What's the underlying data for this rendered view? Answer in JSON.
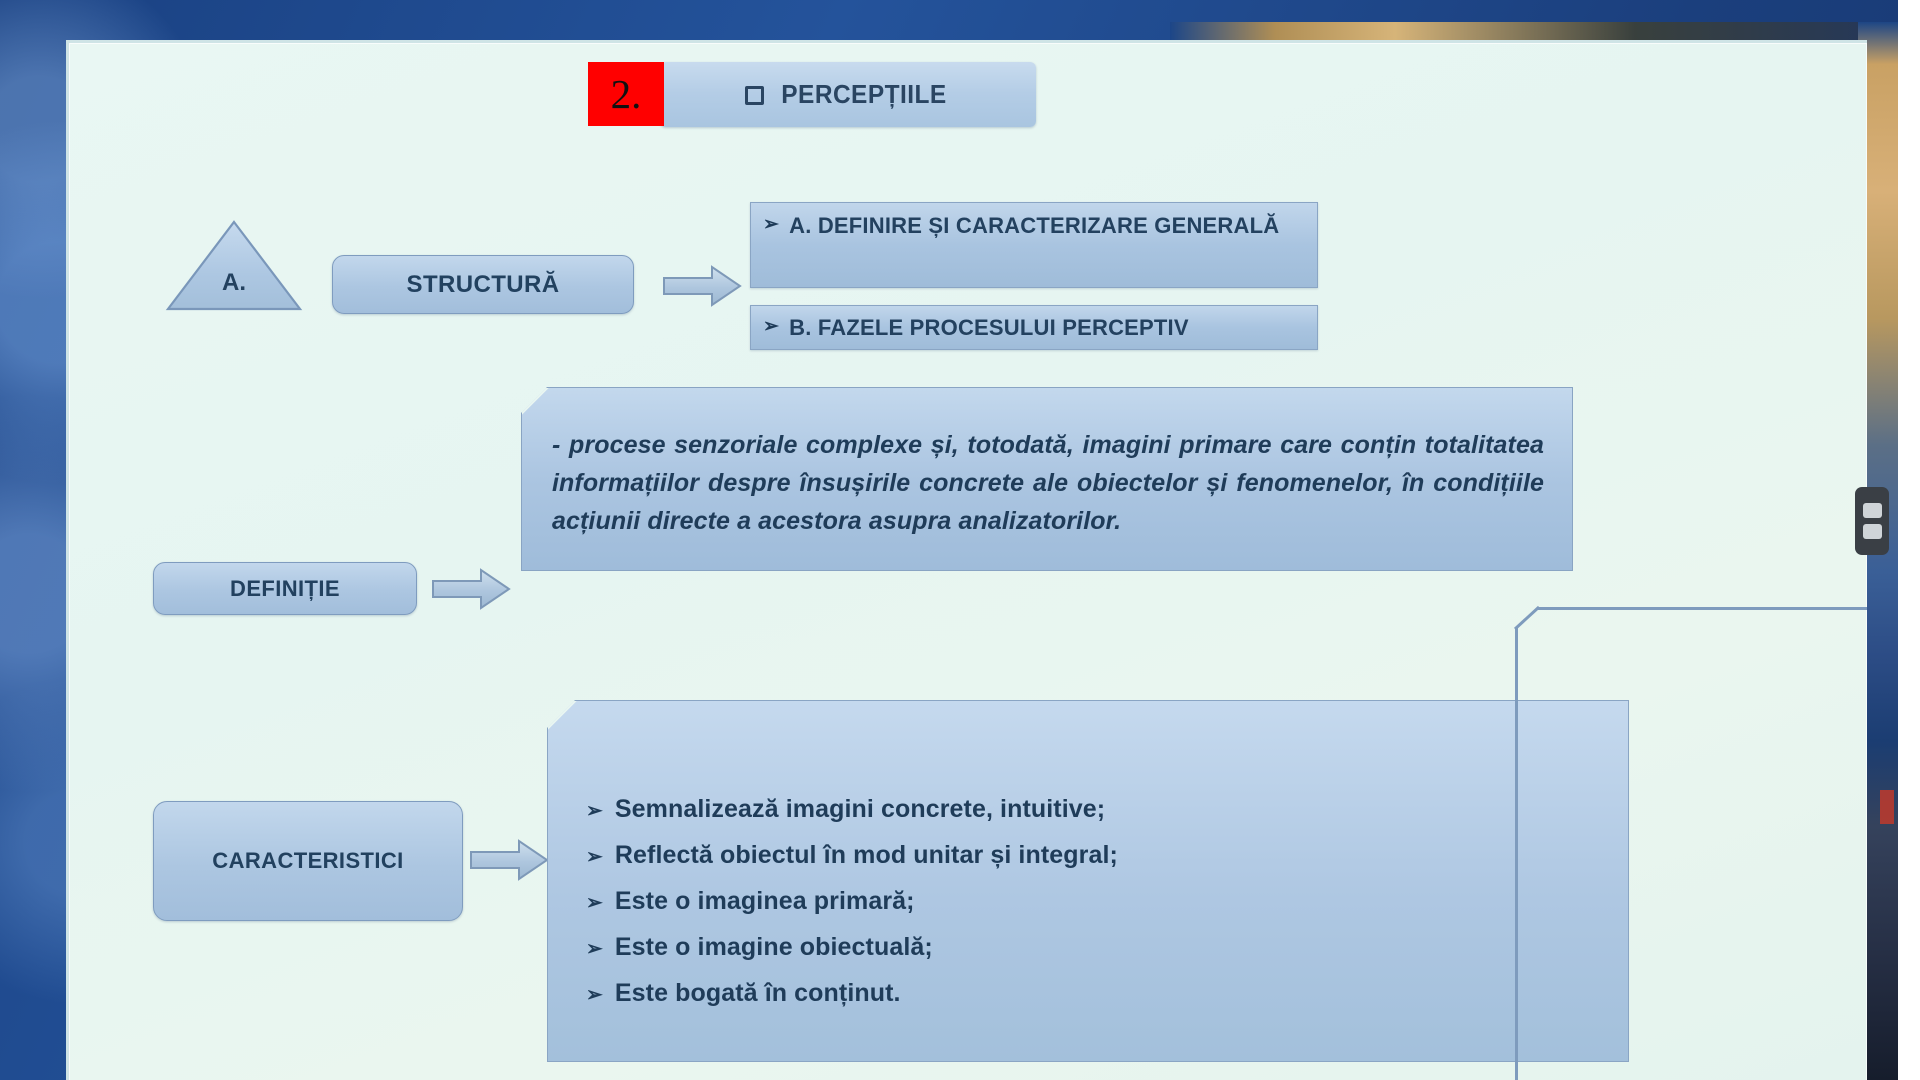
{
  "slide": {
    "marker_number": "2.",
    "marker_color": "#ff0000",
    "title": "PERCEPȚIILE",
    "title_bullet_icon": "square-checkbox-icon",
    "section_a_letter": "A.",
    "structura_label": "STRUCTURĂ",
    "structura_items": [
      {
        "bullet": "➢",
        "text": "A. DEFINIRE ȘI CARACTERIZARE GENERALĂ"
      },
      {
        "bullet": "➢",
        "text": "B. FAZELE PROCESULUI PERCEPTIV"
      }
    ],
    "definitie_label": "DEFINIȚIE",
    "definitie_text": "- procese senzoriale complexe și, totodată, imagini primare care conțin totalitatea informațiilor despre însușirile concrete ale obiectelor și fenomenelor, în condițiile acțiunii directe a acestora asupra analizatorilor.",
    "caracteristici_label": "CARACTERISTICI",
    "caracteristici_items": [
      {
        "bullet": "➢",
        "text": "Semnalizează imagini concrete, intuitive;"
      },
      {
        "bullet": "➢",
        "text": "Reflectă obiectul în mod unitar și integral;"
      },
      {
        "bullet": "➢",
        "text": "Este o imaginea primară;"
      },
      {
        "bullet": "➢",
        "text": "Este o imagine obiectuală;"
      },
      {
        "bullet": "➢",
        "text": "Este bogată în conținut."
      }
    ],
    "colors": {
      "slide_background": "#e8f5f1",
      "node_fill": "#acc6e1",
      "node_text": "#23415f",
      "backdrop": "#1d4685",
      "highlight": "#ff0000"
    }
  }
}
